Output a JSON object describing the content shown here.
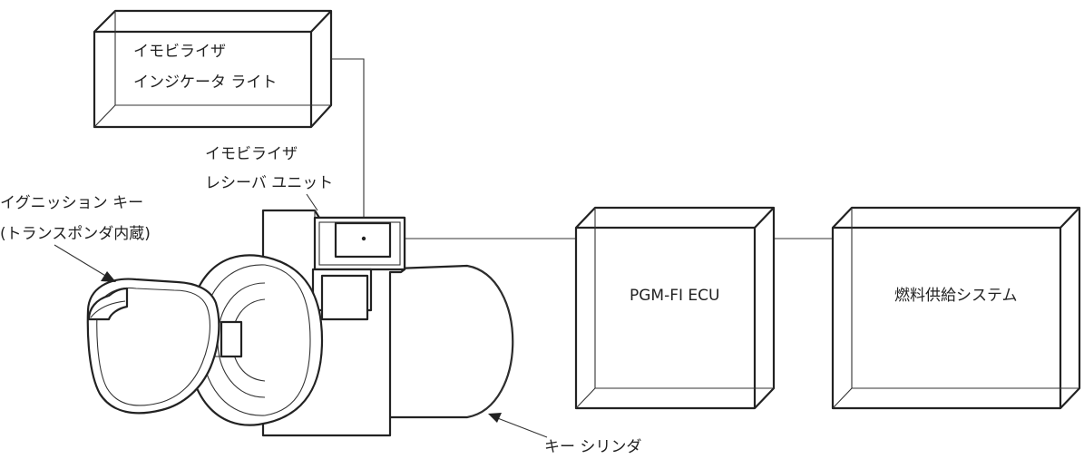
{
  "indicator_light": {
    "line1": "イモビライザ",
    "line2": "インジケータ ライト"
  },
  "receiver_unit": {
    "line1": "イモビライザ",
    "line2": "レシーバ ユニット"
  },
  "ignition_key": {
    "line1": "イグニッション キー",
    "line2": "(トランスポンダ内蔵)"
  },
  "ecu": {
    "label": "PGM-FI ECU"
  },
  "fuel_system": {
    "label": "燃料供給システム"
  },
  "key_cylinder": {
    "label": "キー シリンダ"
  }
}
